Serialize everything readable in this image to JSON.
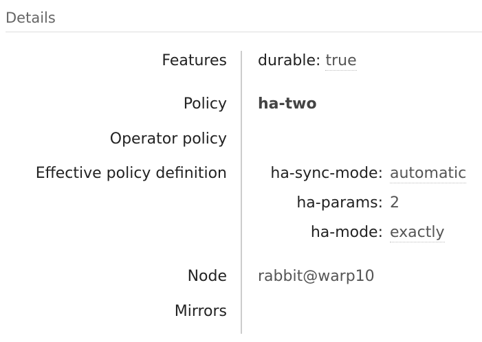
{
  "section": {
    "title": "Details"
  },
  "rows": {
    "features": {
      "label": "Features",
      "key": "durable:",
      "value": "true"
    },
    "policy": {
      "label": "Policy",
      "value": "ha-two"
    },
    "operator_policy": {
      "label": "Operator policy",
      "value": ""
    },
    "effective_policy": {
      "label": "Effective policy definition",
      "items": [
        {
          "key": "ha-sync-mode:",
          "value": "automatic"
        },
        {
          "key": "ha-params:",
          "value": "2"
        },
        {
          "key": "ha-mode:",
          "value": "exactly"
        }
      ]
    },
    "node": {
      "label": "Node",
      "value": "rabbit@warp10"
    },
    "mirrors": {
      "label": "Mirrors",
      "value": ""
    }
  }
}
